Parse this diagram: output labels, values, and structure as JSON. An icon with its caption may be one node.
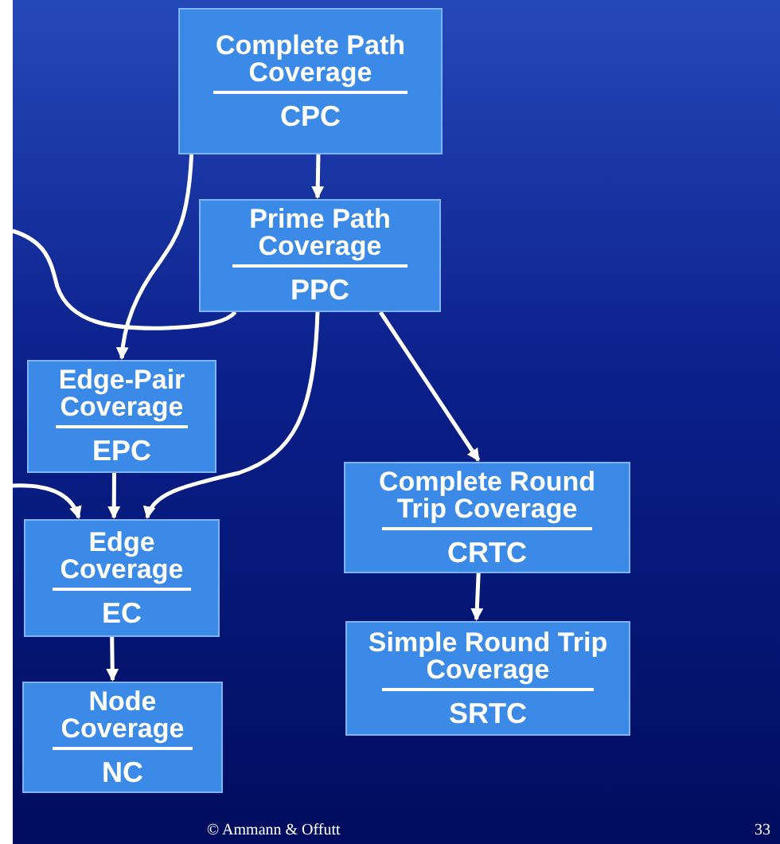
{
  "diagram": {
    "nodes": [
      {
        "text": [
          "Complete Path Coverage",
          "CPC"
        ]
      },
      {
        "text": [
          "Prime Path Coverage",
          "PPC"
        ]
      },
      {
        "text": [
          "Edge-Pair Coverage",
          "EPC"
        ]
      },
      {
        "text": [
          "Edge Coverage",
          "EC"
        ]
      },
      {
        "text": [
          "Complete Round Trip Coverage",
          "CRTC"
        ]
      },
      {
        "text": [
          "Node Coverage",
          "NC"
        ]
      },
      {
        "text": [
          "Simple Round Trip Coverage",
          "SRTC"
        ]
      }
    ],
    "edges": [
      {
        "from": 0,
        "to": 1,
        "arrow": "to"
      },
      {
        "from": 0,
        "to": 2,
        "arrow": "to"
      },
      {
        "from": null,
        "to": 1,
        "arrow": "none"
      },
      {
        "from": 1,
        "to": 3,
        "arrow": "to"
      },
      {
        "from": 1,
        "to": 4,
        "arrow": "to"
      },
      {
        "from": 2,
        "to": 3,
        "arrow": "to"
      },
      {
        "from": null,
        "to": 3,
        "arrow": "to"
      },
      {
        "from": 3,
        "to": 5,
        "arrow": "to"
      },
      {
        "from": 4,
        "to": 6,
        "arrow": "to"
      }
    ],
    "labels": [
      "© Ammann & Offutt",
      "33"
    ]
  }
}
